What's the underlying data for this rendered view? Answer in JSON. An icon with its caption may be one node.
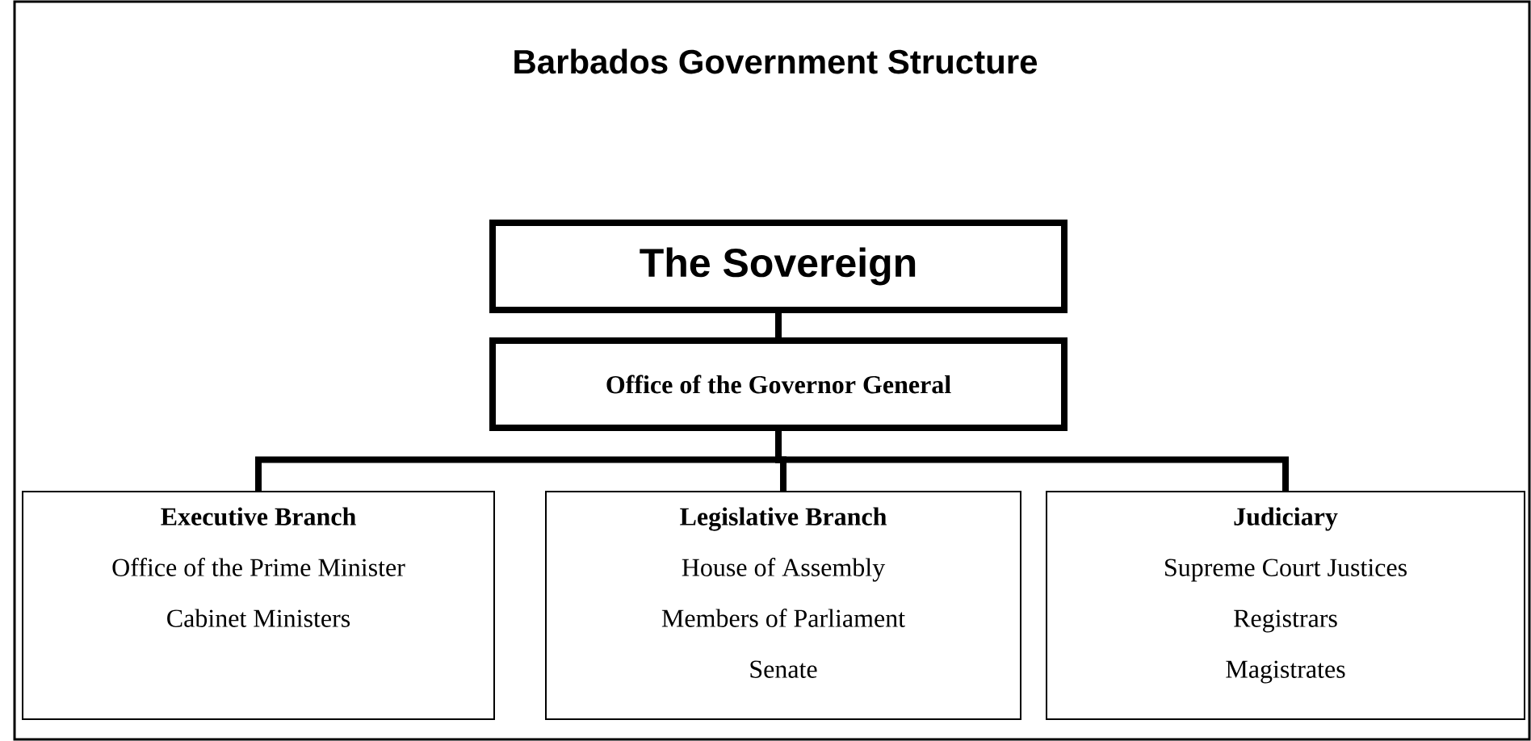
{
  "diagram": {
    "title": "Barbados Government Structure",
    "nodes": [
      {
        "text": [
          "The Sovereign"
        ]
      },
      {
        "text": [
          "Office of the Governor General"
        ]
      },
      {
        "text": [
          "Executive Branch",
          "Office of the Prime Minister",
          "Cabinet Ministers"
        ]
      },
      {
        "text": [
          "Legislative Branch",
          "House of Assembly",
          "Members of Parliament",
          "Senate"
        ]
      },
      {
        "text": [
          "Judiciary",
          "Supreme Court Justices",
          "Registrars",
          "Magistrates"
        ]
      }
    ],
    "edges": [
      {
        "from": 0,
        "to": 1,
        "arrow": "none"
      },
      {
        "from": 1,
        "to": 2,
        "arrow": "none"
      },
      {
        "from": 1,
        "to": 3,
        "arrow": "none"
      },
      {
        "from": 1,
        "to": 4,
        "arrow": "none"
      }
    ]
  }
}
